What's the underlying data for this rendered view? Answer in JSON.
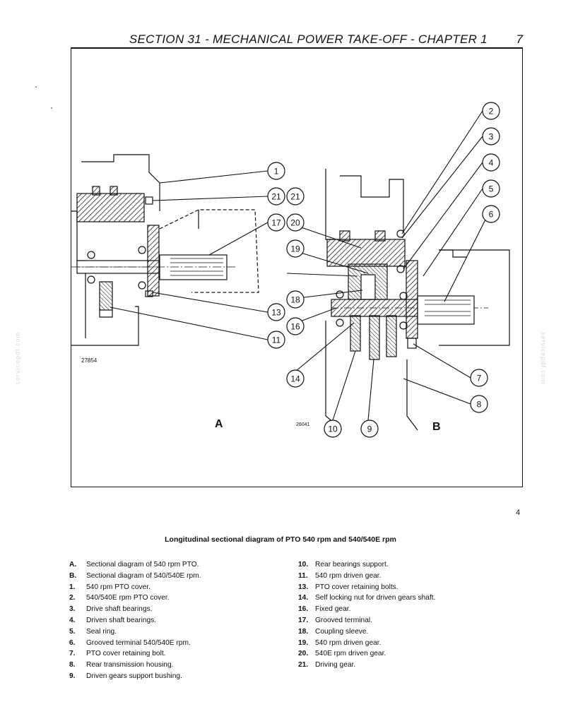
{
  "header": {
    "title": "SECTION 31 - MECHANICAL POWER TAKE-OFF - CHAPTER 1",
    "page": "7"
  },
  "figure": {
    "drawing_number_a": "27854",
    "drawing_number_b": "26041",
    "panel_a_label": "A",
    "panel_b_label": "B",
    "figure_index": "4",
    "callouts_a": [
      "1",
      "21",
      "17",
      "13",
      "11"
    ],
    "callouts_b": [
      "2",
      "3",
      "4",
      "5",
      "6",
      "7",
      "8",
      "9",
      "10",
      "14",
      "16",
      "18",
      "19",
      "20",
      "21"
    ]
  },
  "caption": "Longitudinal sectional diagram of  PTO 540 rpm and 540/540E rpm",
  "legend_left": [
    {
      "key": "A.",
      "text": "Sectional diagram of 540 rpm PTO."
    },
    {
      "key": "B.",
      "text": "Sectional diagram of 540/540E rpm."
    },
    {
      "key": "1.",
      "text": "540 rpm PTO cover."
    },
    {
      "key": "2.",
      "text": "540/540E rpm PTO cover."
    },
    {
      "key": "3.",
      "text": "Drive shaft bearings."
    },
    {
      "key": "4.",
      "text": "Driven shaft bearings."
    },
    {
      "key": "5.",
      "text": "Seal ring."
    },
    {
      "key": "6.",
      "text": "Grooved terminal 540/540E rpm."
    },
    {
      "key": "7.",
      "text": "PTO cover retaining bolt."
    },
    {
      "key": "8.",
      "text": "Rear transmission housing."
    },
    {
      "key": "9.",
      "text": "Driven gears support bushing."
    }
  ],
  "legend_right": [
    {
      "key": "10.",
      "text": "Rear bearings support."
    },
    {
      "key": "11.",
      "text": "540 rpm driven gear."
    },
    {
      "key": "13.",
      "text": "PTO cover retaining bolts."
    },
    {
      "key": "14.",
      "text": "Self locking nut for driven gears shaft."
    },
    {
      "key": "16.",
      "text": "Fixed gear."
    },
    {
      "key": "17.",
      "text": "Grooved terminal."
    },
    {
      "key": "18.",
      "text": "Coupling sleeve."
    },
    {
      "key": "19.",
      "text": "540 rpm driven gear."
    },
    {
      "key": "20.",
      "text": "540E rpm driven gear."
    },
    {
      "key": "21.",
      "text": "Driving gear."
    }
  ],
  "watermark": "servicepdf.com"
}
